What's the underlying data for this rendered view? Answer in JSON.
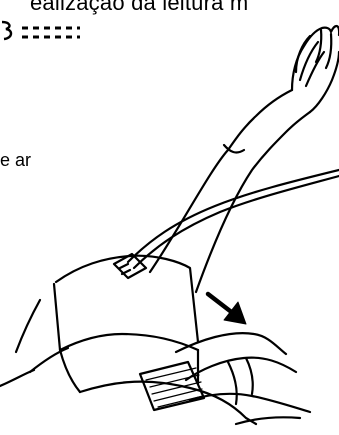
{
  "header": {
    "title_fragment": "ealização da leitura m"
  },
  "side_note": {
    "text": "e ar"
  },
  "diagram": {
    "subject": "arm-with-blood-pressure-cuff",
    "parts": [
      "raised-forearm",
      "open-hand",
      "air-tube",
      "tube-connector",
      "cuff",
      "helping-hand",
      "velcro-patch",
      "direction-arrow"
    ]
  },
  "colors": {
    "line": "#000000",
    "background": "#ffffff"
  }
}
